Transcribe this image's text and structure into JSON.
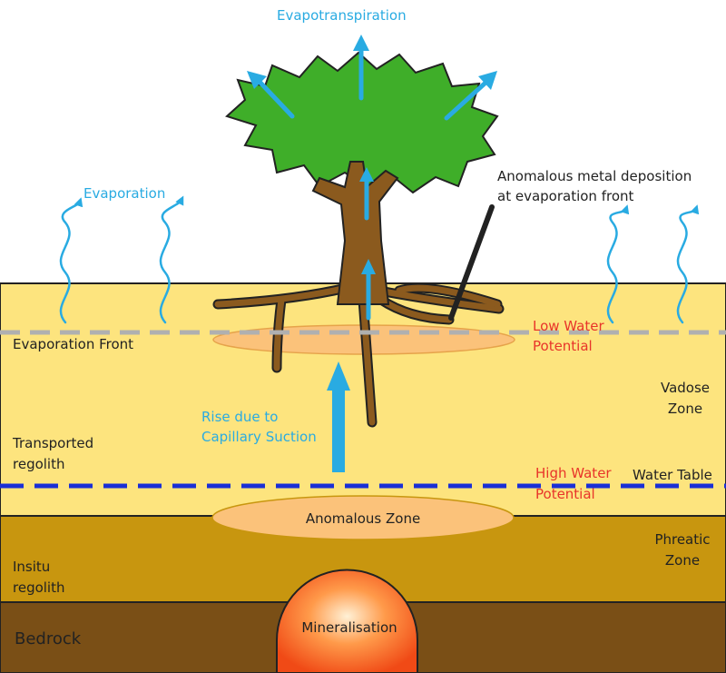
{
  "labels": {
    "evapotranspiration": "Evapotranspiration",
    "evaporation": "Evaporation",
    "metal_deposition_line1": "Anomalous metal deposition",
    "metal_deposition_line2": "at evaporation front",
    "evaporation_front": "Evaporation Front",
    "low_water_line1": "Low Water",
    "low_water_line2": "Potential",
    "vadose_line1": "Vadose",
    "vadose_line2": "Zone",
    "rise_line1": "Rise due to",
    "rise_line2": "Capillary Suction",
    "transported_line1": "Transported",
    "transported_line2": "regolith",
    "high_water_line1": "High Water",
    "high_water_line2": "Potential",
    "water_table": "Water Table",
    "anomalous_zone": "Anomalous Zone",
    "phreatic_line1": "Phreatic",
    "phreatic_line2": "Zone",
    "insitu_line1": "Insitu",
    "insitu_line2": "regolith",
    "bedrock": "Bedrock",
    "mineralisation": "Mineralisation"
  },
  "colors": {
    "sky": "#ffffff",
    "transported_regolith": "#fde47e",
    "insitu_regolith": "#c8960f",
    "bedrock": "#7a4f16",
    "anomalous_ellipse": "#fbc27a",
    "evaporation_front_line": "#b0b0b0",
    "water_table_line": "#1a2fd6",
    "arrows": "#29abe2",
    "tree_crown": "#3fae29",
    "tree_trunk": "#8b5a1e",
    "label_black": "#222222",
    "label_blue": "#29abe2",
    "label_red": "#e8342a"
  }
}
